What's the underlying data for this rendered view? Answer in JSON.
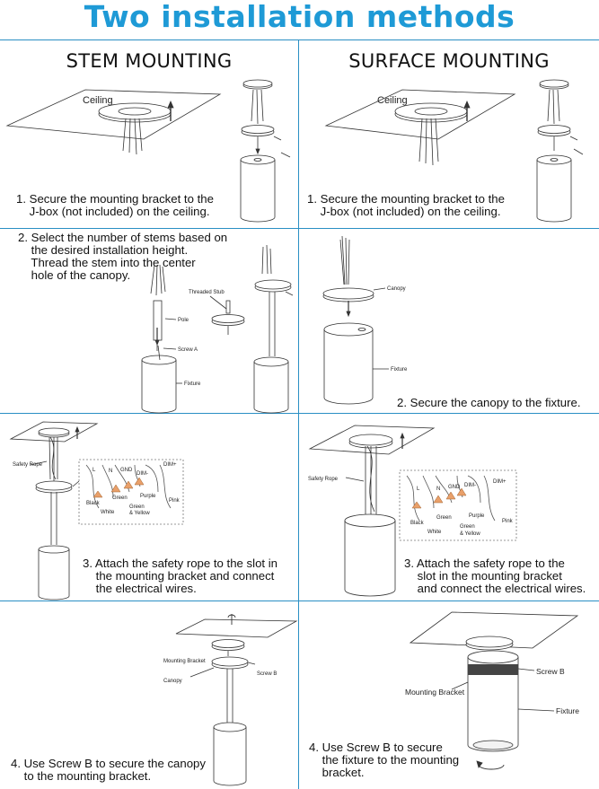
{
  "title": "Two installation methods",
  "columns": {
    "left": "STEM MOUNTING",
    "right": "SURFACE MOUNTING"
  },
  "steps": {
    "stem_1": "1. Secure the mounting bracket to the\n    J-box (not included) on the ceiling.",
    "surface_1": "1. Secure the mounting bracket to the\n    J-box (not included) on the ceiling.",
    "stem_2": "2. Select the number of stems based on\n    the desired installation height.\n    Thread the stem into the center\n    hole of the canopy.",
    "surface_2": "2. Secure the canopy to the fixture.",
    "stem_3": "3. Attach the safety rope to the slot in\n    the mounting bracket and connect\n    the electrical wires.",
    "surface_3": "3. Attach the safety rope to the\n    slot in the mounting bracket\n    and connect the electrical wires.",
    "stem_4": "4. Use Screw B to secure the canopy\n    to the mounting bracket.",
    "surface_4": "4. Use Screw B to secure\n    the fixture to the mounting\n    bracket."
  },
  "labels": {
    "ceiling": "Ceiling",
    "threaded_stub": "Threaded Stub",
    "pole": "Pole",
    "screw_a": "Screw A",
    "fixture": "Fixture",
    "canopy": "Canopy",
    "safety_rope": "Safety Rope",
    "mounting_bracket": "Mounting Bracket",
    "screw_b": "Screw B",
    "wire_l": "L",
    "wire_n": "N",
    "wire_gnd": "GND",
    "wire_dim_minus": "DIM-",
    "wire_dim_plus": "DIM+",
    "black": "Black",
    "white": "White",
    "green": "Green",
    "green_yellow_1": "Green",
    "green_yellow_2": "& Yellow",
    "purple": "Purple",
    "pink": "Pink"
  },
  "colors": {
    "title": "#1e9ad6",
    "grid_line": "#2a8fc4",
    "line_art": "#333333"
  }
}
